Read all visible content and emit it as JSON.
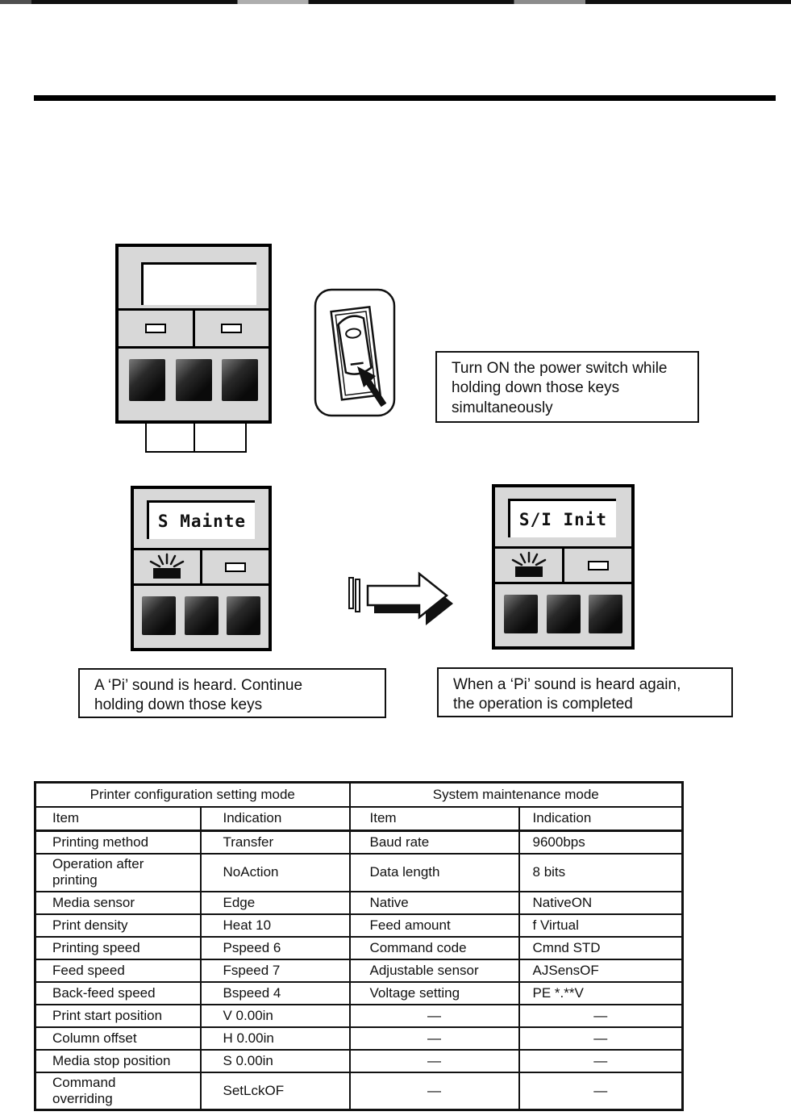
{
  "page": {
    "background": "#ffffff",
    "ink": "#111111",
    "panel_gray": "#d8d8d8"
  },
  "panels": {
    "blank": {
      "lcd": ""
    },
    "maintenance": {
      "lcd": "S Mainte"
    },
    "init": {
      "lcd": "S/I Init"
    }
  },
  "icons": {
    "power_switch": "power-rocker-switch",
    "proceed_arrow": "right-block-arrow",
    "blinking_led": "blinking-led",
    "idle_led": "led-off",
    "panel_key": "panel-key"
  },
  "callouts": {
    "power_on": {
      "lines": [
        "Turn ON the power switch while",
        "holding down those keys",
        "simultaneously"
      ]
    },
    "pi_sound": {
      "lines": [
        "A ‘Pi’ sound is heard. Continue",
        "holding down those keys"
      ]
    },
    "pi_done": {
      "lines": [
        "When a ‘Pi’ sound is heard again,",
        "the operation is completed"
      ]
    }
  },
  "table": {
    "group_headers": [
      "Printer configuration setting mode",
      "System maintenance mode"
    ],
    "column_headers": [
      "Item",
      "Indication",
      "Item",
      "Indication"
    ],
    "rows": [
      [
        "Printing method",
        "Transfer",
        "Baud rate",
        "9600bps"
      ],
      [
        "Operation after printing",
        "NoAction",
        "Data length",
        "8 bits"
      ],
      [
        "Media sensor",
        "Edge",
        "Native",
        "NativeON"
      ],
      [
        "Print density",
        "Heat 10",
        "Feed amount",
        "f Virtual"
      ],
      [
        "Printing speed",
        "Pspeed 6",
        "Command code",
        "Cmnd STD"
      ],
      [
        "Feed speed",
        "Fspeed 7",
        "Adjustable sensor",
        "AJSensOF"
      ],
      [
        "Back-feed speed",
        "Bspeed 4",
        "Voltage setting",
        "PE *.**V"
      ],
      [
        "Print start position",
        "V 0.00in",
        "—",
        "—"
      ],
      [
        "Column offset",
        "H 0.00in",
        "—",
        "—"
      ],
      [
        "Media stop position",
        "S 0.00in",
        "—",
        "—"
      ],
      [
        "Command overriding",
        "SetLckOF",
        "—",
        "—"
      ]
    ]
  }
}
